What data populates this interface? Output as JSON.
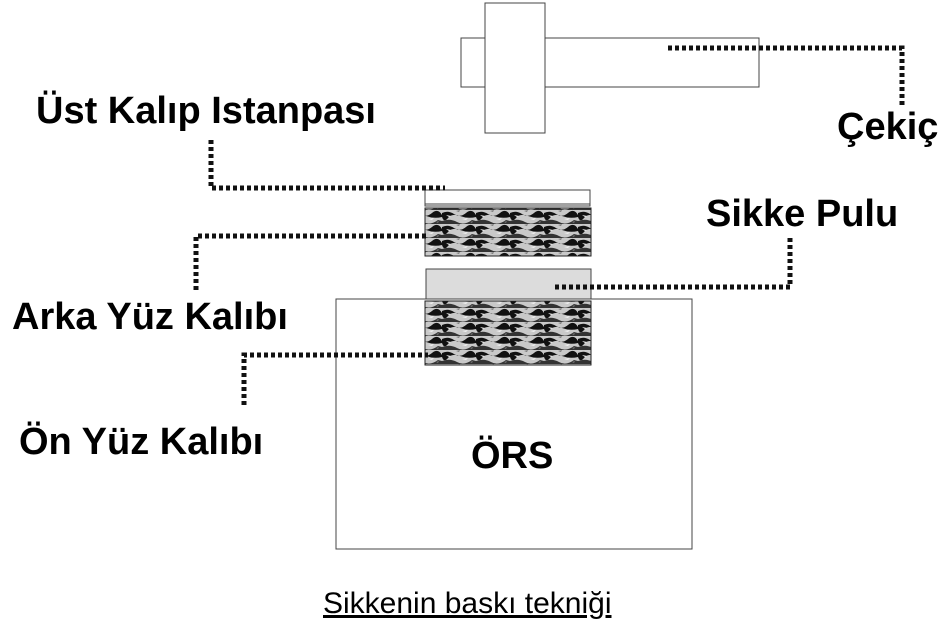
{
  "labels": {
    "upper_die_holder": "Üst Kalıp Istanpası",
    "hammer": "Çekiç",
    "coin_blank": "Sikke Pulu",
    "reverse_die": "Arka Yüz Kalıbı",
    "obverse_die": "Ön Yüz Kalıbı",
    "anvil": "ÖRS"
  },
  "caption": "Sikkenin baskı tekniği"
}
